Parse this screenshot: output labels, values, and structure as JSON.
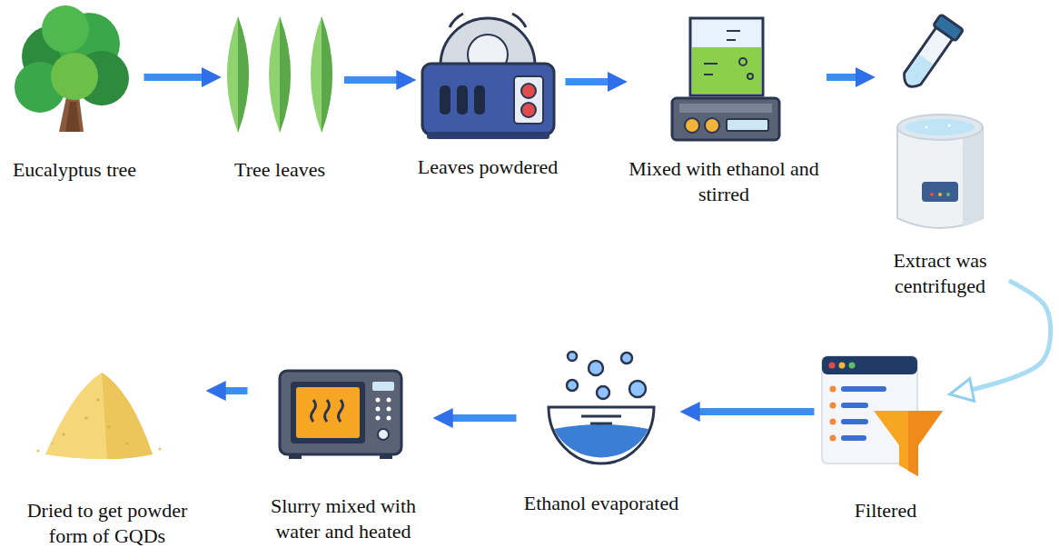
{
  "diagram": {
    "nodes": [
      {
        "text": [
          "Eucalyptus tree"
        ]
      },
      {
        "text": [
          "Tree leaves"
        ]
      },
      {
        "text": [
          "Leaves powdered"
        ]
      },
      {
        "text": [
          "Mixed with ethanol and stirred"
        ]
      },
      {
        "text": [
          "Extract was centrifuged"
        ]
      },
      {
        "text": [
          "Filtered"
        ]
      },
      {
        "text": [
          "Ethanol evaporated"
        ]
      },
      {
        "text": [
          "Slurry mixed with water and heated"
        ]
      },
      {
        "text": [
          "Dried to get powder form of GQDs"
        ]
      }
    ],
    "edges": [
      {
        "from": 0,
        "to": 1,
        "arrow": "to"
      },
      {
        "from": 1,
        "to": 2,
        "arrow": "to"
      },
      {
        "from": 2,
        "to": 3,
        "arrow": "to"
      },
      {
        "from": 3,
        "to": 4,
        "arrow": "to"
      },
      {
        "from": 4,
        "to": 5,
        "arrow": "to"
      },
      {
        "from": 5,
        "to": 6,
        "arrow": "to"
      },
      {
        "from": 6,
        "to": 7,
        "arrow": "to"
      },
      {
        "from": 7,
        "to": 8,
        "arrow": "to"
      }
    ]
  }
}
